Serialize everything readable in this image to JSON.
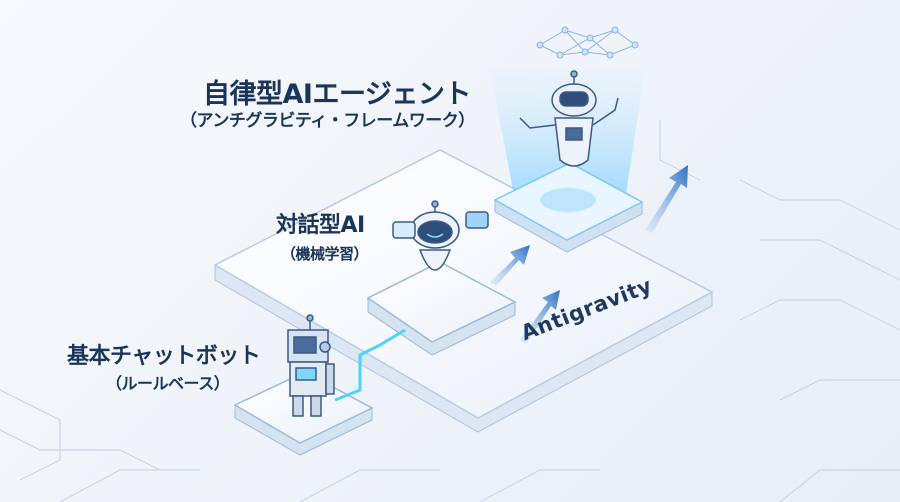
{
  "tiers": [
    {
      "title": "自律型AIエージェント",
      "subtitle": "（アンチグラビティ・フレームワーク）"
    },
    {
      "title": "対話型AI",
      "subtitle": "（機械学習）"
    },
    {
      "title": "基本チャットボット",
      "subtitle": "（ルールベース）"
    }
  ],
  "platform_label": "Antigravity",
  "colors": {
    "text": "#1b3558",
    "accent": "#3d7fd6",
    "glow": "#4fd1ff"
  }
}
